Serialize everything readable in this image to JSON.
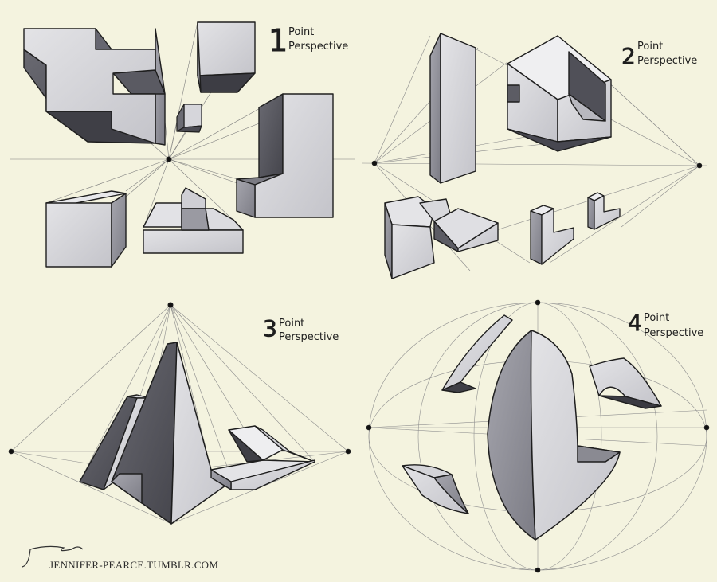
{
  "panels": {
    "one_point": {
      "numeral": "1",
      "word1": "Point",
      "word2": "Perspective"
    },
    "two_point": {
      "numeral": "2",
      "word1": "Point",
      "word2": "Perspective"
    },
    "three_point": {
      "numeral": "3",
      "word1": "Point",
      "word2": "Perspective"
    },
    "four_point": {
      "numeral": "4",
      "word1": "Point",
      "word2": "Perspective"
    }
  },
  "signature": {
    "name": "Jennifer Pearce",
    "website": "JENNIFER-PEARCE.TUMBLR.COM"
  },
  "colors": {
    "paper": "#f4f3df",
    "pencil": "#1e1e1e",
    "shade_dark": "#57575e",
    "shade_mid": "#8b8b93",
    "shade_light": "#d2d2d6"
  }
}
